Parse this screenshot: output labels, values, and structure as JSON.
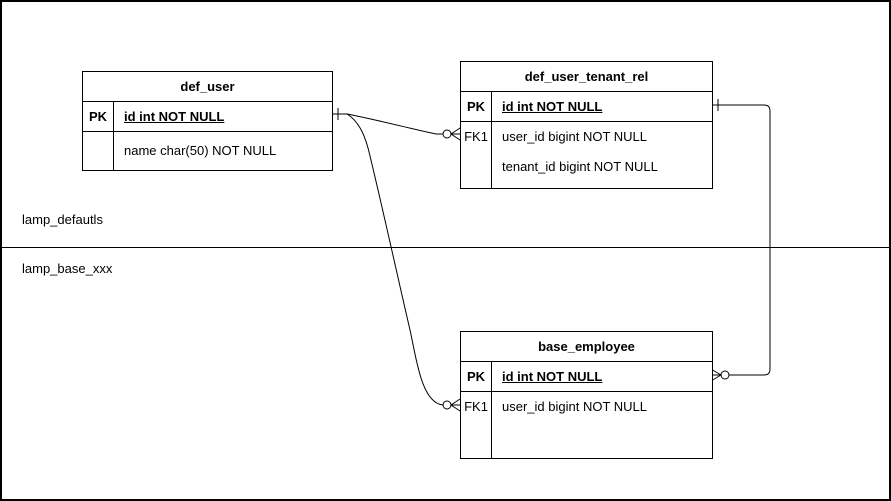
{
  "diagram": {
    "colors": {
      "background": "#ffffff",
      "line": "#000000",
      "text": "#000000"
    },
    "zones": [
      {
        "label": "lamp_defautls"
      },
      {
        "label": "lamp_base_xxx"
      }
    ],
    "tables": [
      {
        "title": "def_user",
        "rows": [
          {
            "key": "PK",
            "text": "id int NOT NULL"
          },
          {
            "key": "",
            "text": "name char(50) NOT NULL"
          }
        ]
      },
      {
        "title": "def_user_tenant_rel",
        "rows": [
          {
            "key": "PK",
            "text": "id int NOT NULL"
          },
          {
            "key": "FK1",
            "text": "user_id bigint NOT NULL"
          },
          {
            "key": "",
            "text": "tenant_id bigint NOT NULL"
          }
        ]
      },
      {
        "title": "base_employee",
        "rows": [
          {
            "key": "PK",
            "text": "id int NOT NULL"
          },
          {
            "key": "FK1",
            "text": "user_id bigint NOT NULL"
          }
        ]
      }
    ],
    "relations": [
      {
        "from": "def_user",
        "to": "def_user_tenant_rel",
        "from_cardinality": "one",
        "to_cardinality": "zero-or-many"
      },
      {
        "from": "def_user",
        "to": "base_employee",
        "from_cardinality": "one",
        "to_cardinality": "zero-or-many"
      },
      {
        "from": "def_user_tenant_rel",
        "to": "base_employee",
        "from_cardinality": "one",
        "to_cardinality": "zero-or-many"
      }
    ]
  }
}
